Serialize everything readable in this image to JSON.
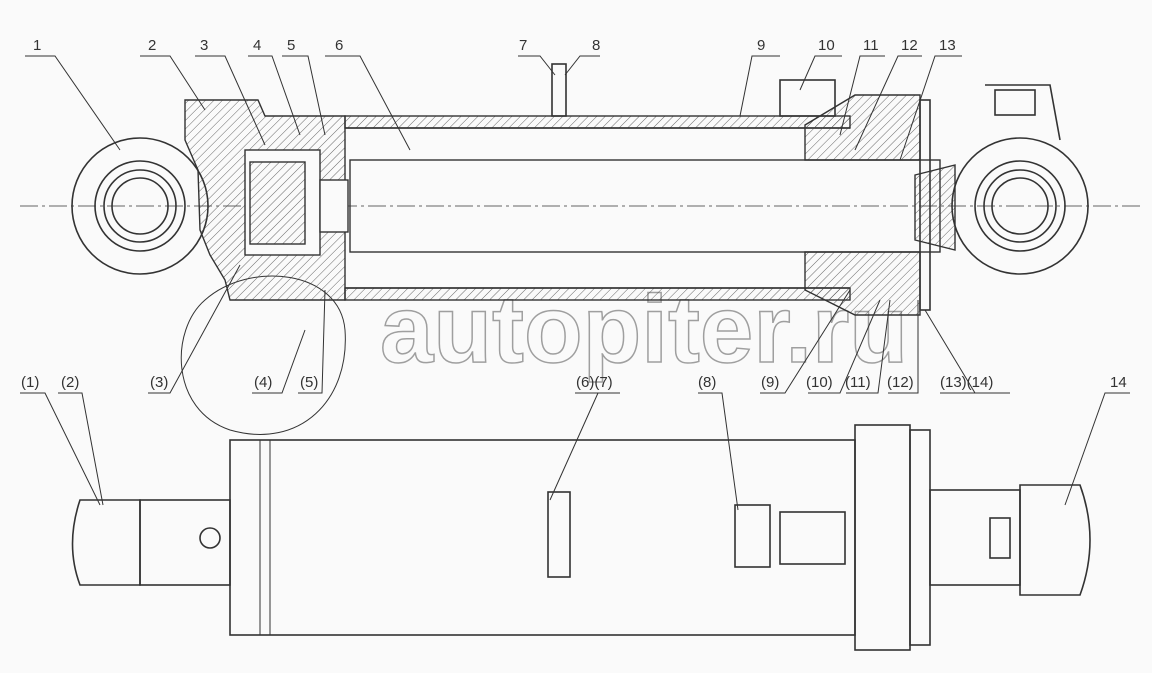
{
  "title": "Hydraulic cylinder assembly drawing",
  "top_labels": [
    "1",
    "2",
    "3",
    "4",
    "5",
    "6",
    "7",
    "8",
    "9",
    "10",
    "11",
    "12",
    "13"
  ],
  "middle_labels": [
    "(3)",
    "(4)",
    "(5)",
    "(6)(7)",
    "(8)",
    "(9)",
    "(10)",
    "(11)",
    "(12)",
    "(13)(14)"
  ],
  "bottom_labels": [
    "(1)",
    "(2)",
    "14"
  ],
  "watermark": "autopiter.ru"
}
